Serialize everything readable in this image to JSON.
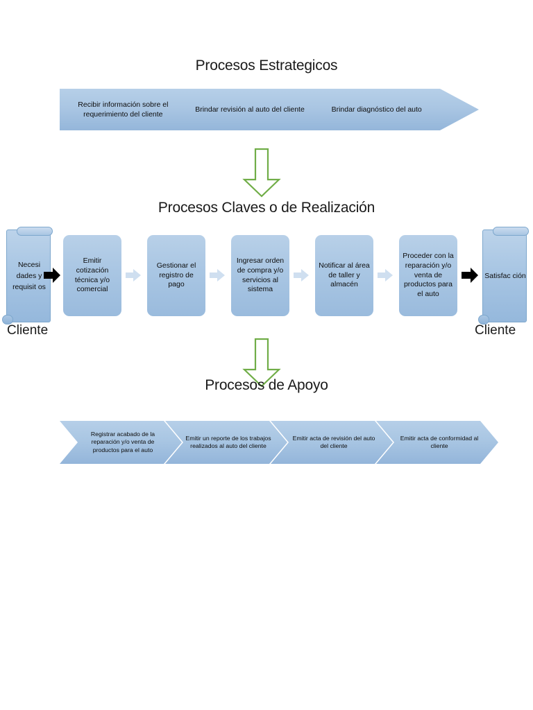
{
  "diagram": {
    "title_strategic": "Procesos Estrategicos",
    "title_key": "Procesos Claves o de Realización",
    "title_support": "Procesos de Apoyo",
    "strategic_processes": [
      "Recibir información sobre el requerimiento del cliente",
      "Brindar revisión al auto del cliente",
      "Brindar diagnóstico del auto"
    ],
    "input_scroll": {
      "label": "Necesi dades y requisit os",
      "actor": "Cliente"
    },
    "output_scroll": {
      "label": "Satisfac ción",
      "actor": "Cliente"
    },
    "key_processes": [
      "Emitir cotización técnica y/o comercial",
      "Gestionar el registro de pago",
      "Ingresar orden de compra y/o servicios al sistema",
      "Notificar al área de taller y almacén",
      "Proceder con la reparación y/o venta de productos para el auto"
    ],
    "support_processes": [
      "Registrar acabado de la reparación y/o venta de productos para el auto",
      "Emitir un reporte de los trabajos realizados al auto del cliente",
      "Emitir acta de revisión del auto del cliente",
      "Emitir acta de conformidad al cliente"
    ],
    "colors": {
      "process_fill": "#a9c6e3",
      "process_fill_light": "#b8d0e8",
      "process_fill_dark": "#93b5da",
      "arrow_green": "#70ad47",
      "arrow_black": "#000000",
      "arrow_light": "#cfdff0",
      "text": "#0d0d0d",
      "background": "#ffffff"
    }
  }
}
